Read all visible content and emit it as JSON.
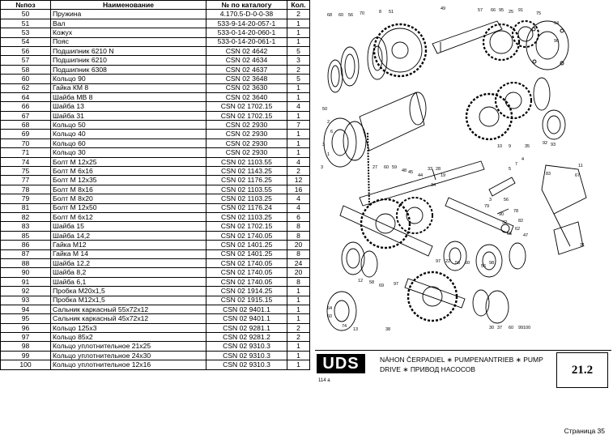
{
  "table": {
    "headers": [
      "№поз",
      "Наименование",
      "№ по каталогу",
      "Кол."
    ],
    "rows": [
      [
        "50",
        "Пружина",
        "4.170.5-D-0-0-38",
        "2"
      ],
      [
        "51",
        "Вал",
        "533-9-14-20-057-1",
        "1"
      ],
      [
        "53",
        "Кожух",
        "533-0-14-20-060-1",
        "1"
      ],
      [
        "54",
        "Пояс",
        "533-0-14-20-061-1",
        "1"
      ],
      [
        "56",
        "Подшипник 6210 N",
        "CSN  02  4642",
        "5"
      ],
      [
        "57",
        "Подшипник 6210",
        "CSN  02  4634",
        "3"
      ],
      [
        "58",
        "Подшипник 6308",
        "CSN  02  4637",
        "2"
      ],
      [
        "60",
        "Кольцо  90",
        "CSN  02  3648",
        "5"
      ],
      [
        "62",
        "Гайка КМ 8",
        "CSN  02  3630",
        "1"
      ],
      [
        "64",
        "Шайба МВ 8",
        "CSN  02  3640",
        "1"
      ],
      [
        "66",
        "Шайба 13",
        "CSN 02 1702.15",
        "4"
      ],
      [
        "67",
        "Шайба 31",
        "CSN 02 1702.15",
        "1"
      ],
      [
        "68",
        "Кольцо  50",
        "CSN  02  2930",
        "7"
      ],
      [
        "69",
        "Кольцо  40",
        "CSN  02  2930",
        "1"
      ],
      [
        "70",
        "Кольцо  60",
        "CSN  02  2930",
        "1"
      ],
      [
        "71",
        "Кольцо  30",
        "CSN  02  2930",
        "1"
      ],
      [
        "74",
        "Болт М 12x25",
        "CSN 02 1103.55",
        "4"
      ],
      [
        "75",
        "Болт М 6x16",
        "CSN 02 1143.25",
        "2"
      ],
      [
        "77",
        "Болт М 12x35",
        "CSN 02 1176.25",
        "12"
      ],
      [
        "78",
        "Болт М 8x16",
        "CSN 02 1103.55",
        "16"
      ],
      [
        "79",
        "Болт М 8x20",
        "CSN 02 1103.25",
        "4"
      ],
      [
        "81",
        "Болт М 12x50",
        "CSN 02 1176.24",
        "4"
      ],
      [
        "82",
        "Болт М 6x12",
        "CSN 02 1103.25",
        "6"
      ],
      [
        "83",
        "Шайба 15",
        "CSN 02 1702.15",
        "8"
      ],
      [
        "85",
        "Шайба 14,2",
        "CSN 02 1740.05",
        "8"
      ],
      [
        "86",
        "Гайка М12",
        "CSN 02 1401.25",
        "20"
      ],
      [
        "87",
        "Гайка М 14",
        "CSN 02 1401.25",
        "8"
      ],
      [
        "88",
        "Шайба 12,2",
        "CSN 02 1740.05",
        "24"
      ],
      [
        "90",
        "Шайба 8,2",
        "CSN 02 1740.05",
        "20"
      ],
      [
        "91",
        "Шайба 6,1",
        "CSN 02 1740.05",
        "8"
      ],
      [
        "92",
        "Пробка М20x1,5",
        "CSN  02  1914.25",
        "1"
      ],
      [
        "93",
        "Пробка М12x1,5",
        "CSN  02  1915.15",
        "1"
      ],
      [
        "94",
        "Сальник каркасный 55x72x12",
        "CSN  02  9401.1",
        "1"
      ],
      [
        "95",
        "Сальник каркасный 45x72x12",
        "CSN  02  9401.1",
        "1"
      ],
      [
        "96",
        "Кольцо  125x3",
        "CSN  02  9281.1",
        "2"
      ],
      [
        "97",
        "Кольцо  85x2",
        "CSN  02  9281.2",
        "2"
      ],
      [
        "98",
        "Кольцо уплотнительное  21x25",
        "CSN  02  9310.3",
        "1"
      ],
      [
        "99",
        "Кольцо уплотнительное 24x30",
        "CSN  02  9310.3",
        "1"
      ],
      [
        "100",
        "Кольцо уплотнительное 12x16",
        "CSN  02  9310.3",
        "1"
      ]
    ]
  },
  "drawing": {
    "callouts": [
      "68",
      "60",
      "56",
      "70",
      "8",
      "51",
      "49",
      "57",
      "66",
      "95",
      "25",
      "91",
      "75",
      "94",
      "96",
      "50",
      "2",
      "6",
      "3",
      "1",
      "10",
      "9",
      "35",
      "92",
      "93",
      "3",
      "27",
      "60",
      "59",
      "48",
      "33",
      "28",
      "19",
      "4",
      "7",
      "5",
      "45",
      "44",
      "34",
      "78",
      "82",
      "62",
      "66",
      "47",
      "31",
      "11",
      "67",
      "56",
      "3",
      "79",
      "90",
      "32",
      "97",
      "12",
      "58",
      "69",
      "97",
      "22",
      "56",
      "60",
      "56",
      "98",
      "64",
      "60",
      "74",
      "13",
      "38",
      "30",
      "37",
      "60",
      "99",
      "100",
      "83"
    ]
  },
  "title_block": {
    "logo": "UDS",
    "logo_code": "114 a",
    "line1": "NÁHON ČERPADIEL ∗ PUMPENANTRIEB ∗ PUMP",
    "line2": "DRIVE ∗ ПРИВОД НАСОСОВ",
    "sheet": "21.2"
  },
  "page": {
    "label": "Страница 35"
  }
}
